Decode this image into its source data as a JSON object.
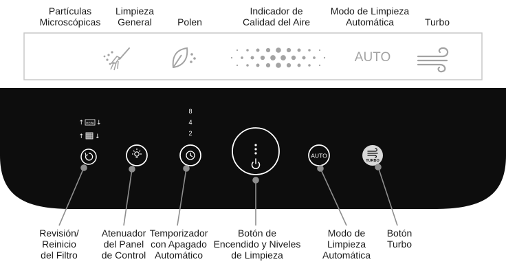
{
  "top_labels": [
    {
      "id": "particulas",
      "lines": [
        "Partículas",
        "Microscópicas"
      ]
    },
    {
      "id": "limpieza-general",
      "lines": [
        "Limpieza",
        "General"
      ]
    },
    {
      "id": "polen",
      "lines": [
        "Polen"
      ]
    },
    {
      "id": "calidad-aire",
      "lines": [
        "Indicador de",
        "Calidad del Aire"
      ]
    },
    {
      "id": "modo-auto",
      "lines": [
        "Modo de Limpieza",
        "Automática"
      ]
    },
    {
      "id": "turbo",
      "lines": [
        "Turbo"
      ]
    }
  ],
  "strip": {
    "auto_text": "AUTO"
  },
  "panel": {
    "timer_values": [
      "8",
      "4",
      "2"
    ],
    "filter_indicators": [
      "HEPA",
      "Prefiltro"
    ],
    "auto_button_text": "AUTO",
    "turbo_button_text": "TURBO"
  },
  "bottom_labels": [
    {
      "id": "revision-filtro",
      "lines": [
        "Revisión/",
        "Reinicio",
        "del Filtro"
      ]
    },
    {
      "id": "atenuador",
      "lines": [
        "Atenuador",
        "del Panel",
        "de Control"
      ]
    },
    {
      "id": "temporizador",
      "lines": [
        "Temporizador",
        "con Apagado",
        "Automático"
      ]
    },
    {
      "id": "encendido",
      "lines": [
        "Botón de",
        "Encendido y Niveles",
        "de Limpieza"
      ]
    },
    {
      "id": "modo-limpieza",
      "lines": [
        "Modo de",
        "Limpieza",
        "Automática"
      ]
    },
    {
      "id": "boton-turbo",
      "lines": [
        "Botón",
        "Turbo"
      ]
    }
  ],
  "colors": {
    "panel": "#0d0d0d",
    "strip_border": "#c9c9c9",
    "icon_gray": "#a3a3a3",
    "button_ring": "#ffffff",
    "turbo_fill": "#d8d8d8",
    "text": "#1a1a1a",
    "leader": "#8e8e8e"
  }
}
